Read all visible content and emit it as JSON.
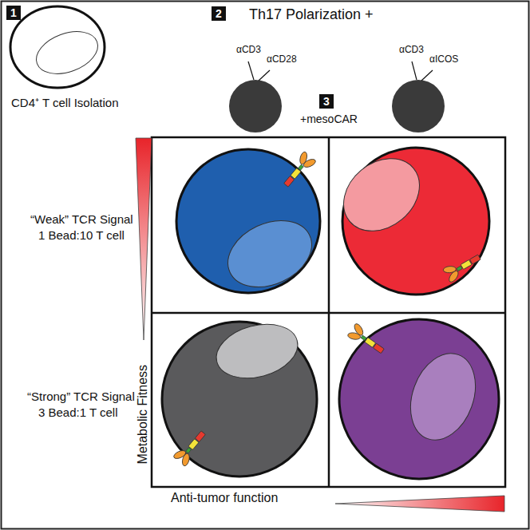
{
  "diagram": {
    "nodes": [
      {
        "text": [
          "1"
        ]
      },
      {
        "text": [
          "2"
        ]
      },
      {
        "text": [
          "3"
        ]
      }
    ],
    "labels": [
      "CD4⁺ T cell Isolation",
      "Th17 Polarization +",
      "αCD3",
      "αCD28",
      "αCD3",
      "αICOS",
      "+mesoCAR",
      "“Weak” TCR Signal",
      "1 Bead:10 T cell",
      "“Strong” TCR Signal",
      "3 Bead:1 T cell",
      "Metabolic Fitness",
      "Anti-tumor function"
    ]
  }
}
